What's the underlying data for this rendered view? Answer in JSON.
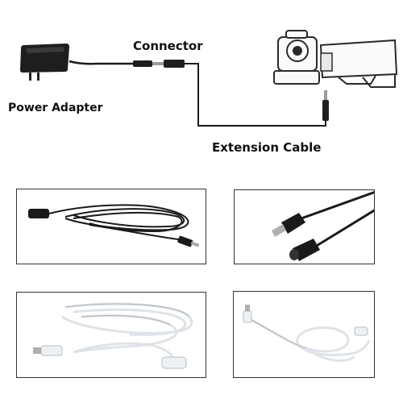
{
  "labels": {
    "connector": "Connector",
    "power_adapter": "Power Adapter",
    "extension_cable": "Extension Cable"
  },
  "icons": [
    "power-adapter-icon",
    "dome-camera-icon",
    "bullet-camera-icon",
    "dc-plug-icon",
    "dc-jack-icon"
  ],
  "colors": {
    "black_cable": "#1a1a1a",
    "white_cable": "#e8ecef",
    "frame": "#333333",
    "text": "#111111"
  }
}
